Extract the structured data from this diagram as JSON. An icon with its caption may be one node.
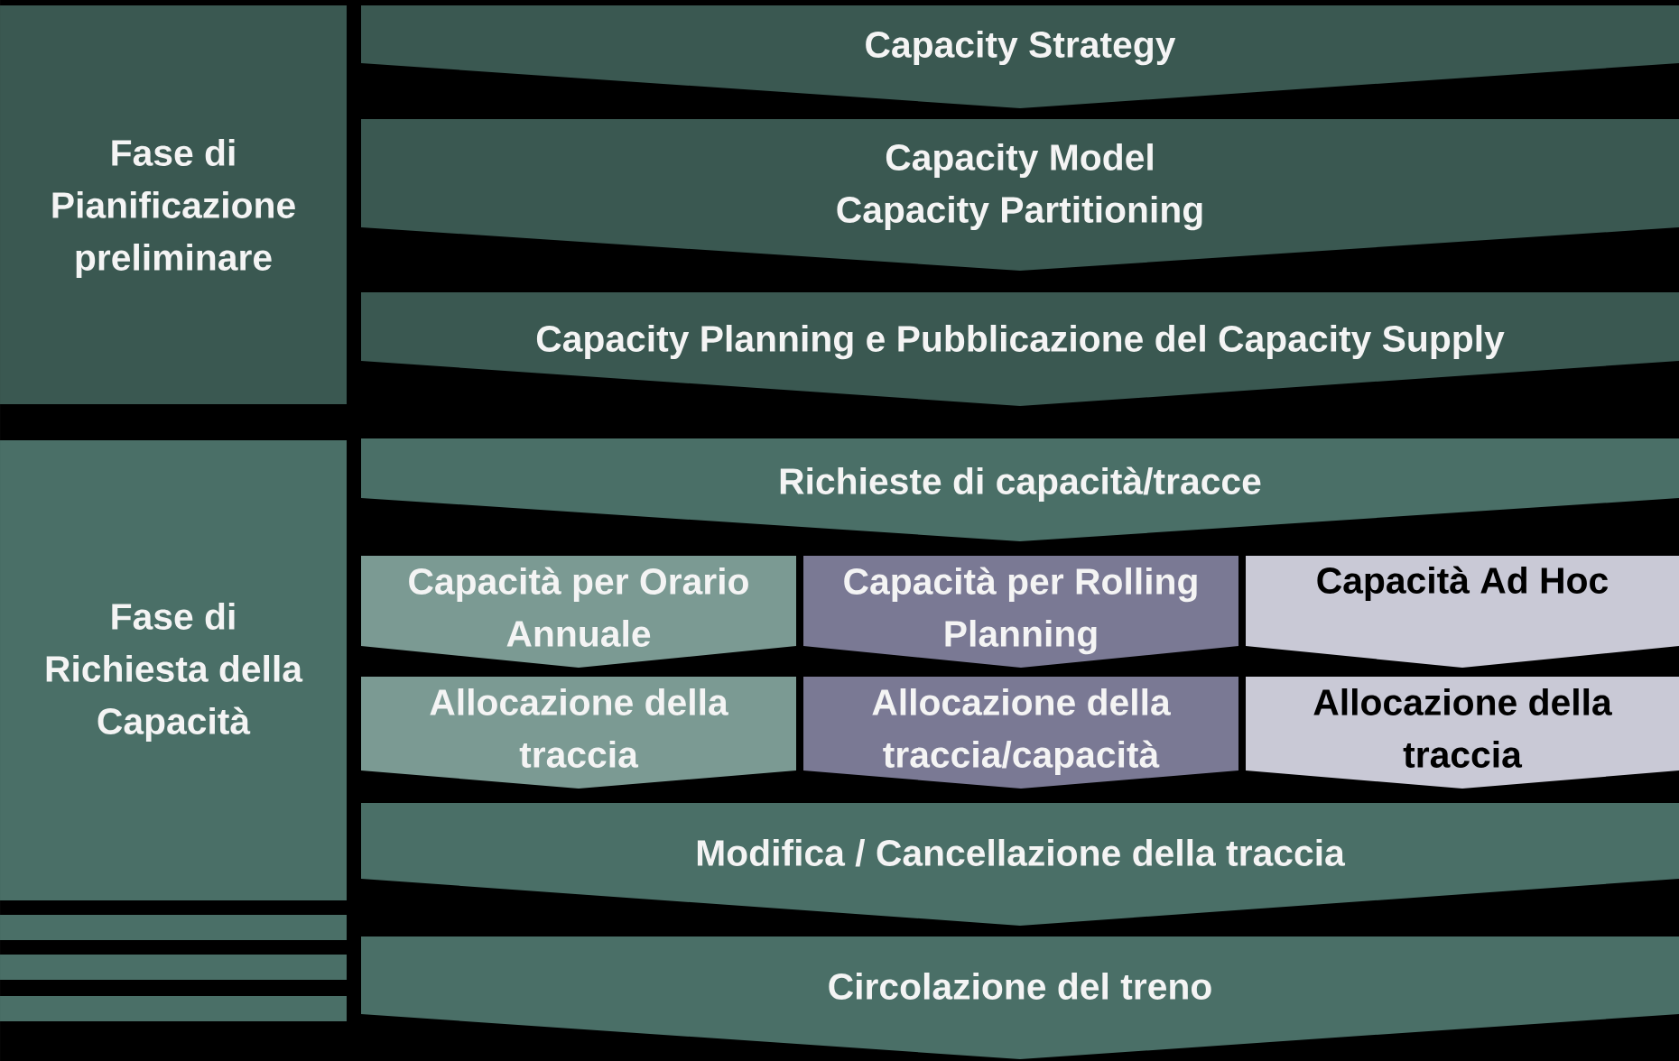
{
  "diagram": {
    "nodes": [
      {
        "text": [
          "Fase di Pianificazione preliminare"
        ]
      },
      {
        "text": [
          "Capacity Strategy"
        ]
      },
      {
        "text": [
          "Capacity Model",
          "Capacity Partitioning"
        ]
      },
      {
        "text": [
          "Capacity Planning e Pubblicazione del Capacity Supply"
        ]
      },
      {
        "text": [
          "Fase di Richiesta della Capacità"
        ]
      },
      {
        "text": [
          "Richieste di capacità/tracce"
        ]
      },
      {
        "text": [
          "Capacità per Orario Annuale"
        ]
      },
      {
        "text": [
          "Capacità per Rolling Planning"
        ]
      },
      {
        "text": [
          "Capacità Ad Hoc"
        ]
      },
      {
        "text": [
          "Allocazione della traccia"
        ]
      },
      {
        "text": [
          "Allocazione della traccia/capacità"
        ]
      },
      {
        "text": [
          "Allocazione della traccia"
        ]
      },
      {
        "text": [
          "Modifica / Cancellazione della traccia"
        ]
      },
      {
        "text": [],
        "shape": "bar"
      },
      {
        "text": [],
        "shape": "bar"
      },
      {
        "text": [],
        "shape": "bar"
      },
      {
        "text": [
          "Circolazione del treno"
        ]
      }
    ]
  }
}
